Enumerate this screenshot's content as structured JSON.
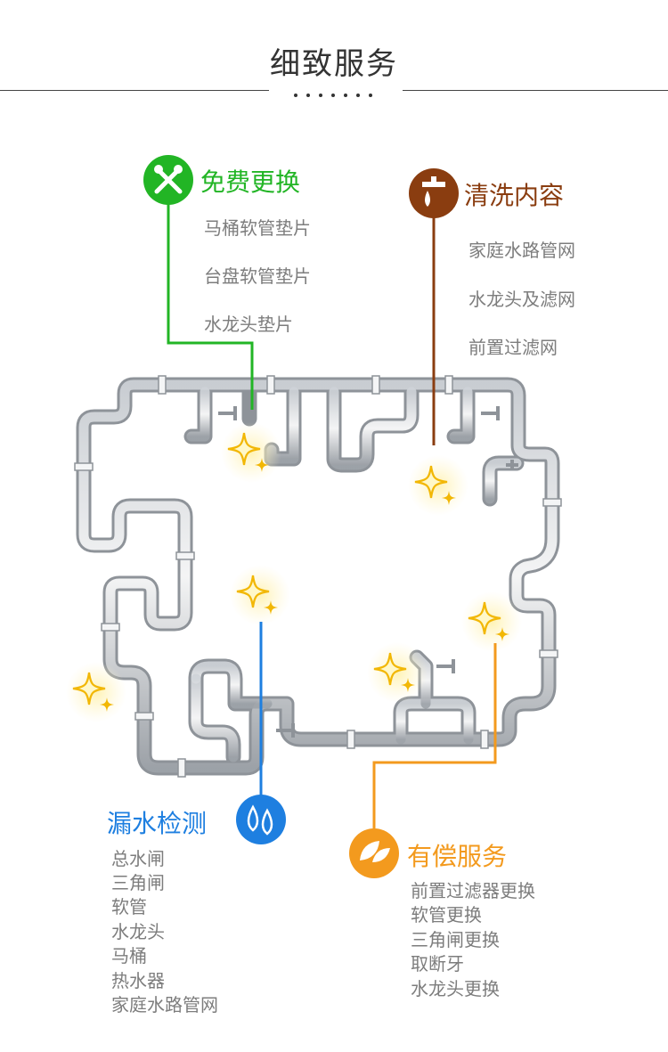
{
  "page_title": "细致服务",
  "sections": {
    "free": {
      "title": "免费更换",
      "color": "#22b525",
      "icon": "tools-icon",
      "items": [
        "马桶软管垫片",
        "台盘软管垫片",
        "水龙头垫片"
      ]
    },
    "clean": {
      "title": "清洗内容",
      "color": "#8a3d10",
      "icon": "faucet-icon",
      "items": [
        "家庭水路管网",
        "水龙头及滤网",
        "前置过滤网"
      ]
    },
    "leak": {
      "title": "漏水检测",
      "color": "#1e7fe0",
      "icon": "water-drop-icon",
      "items": [
        "总水闸",
        "三角闸",
        "软管",
        "水龙头",
        "马桶",
        "热水器",
        "家庭水路管网"
      ]
    },
    "paid": {
      "title": "有偿服务",
      "color": "#f39a1e",
      "icon": "leaf-icon",
      "items": [
        "前置过滤器更换",
        "软管更换",
        "三角闸更换",
        "取断牙",
        "水龙头更换"
      ]
    }
  }
}
